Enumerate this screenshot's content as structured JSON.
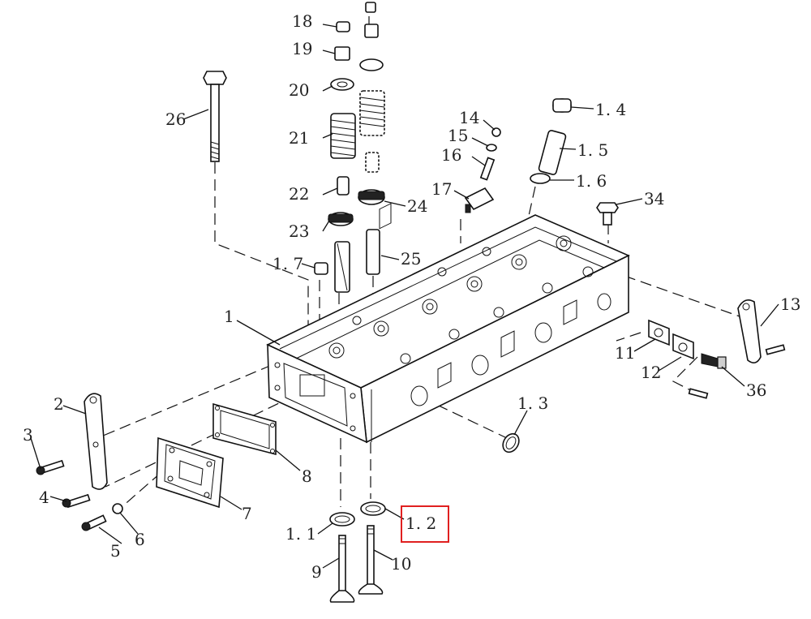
{
  "diagram": {
    "labels": {
      "p18": "18",
      "p19": "19",
      "p20": "20",
      "p21": "21",
      "p22": "22",
      "p23": "23",
      "p24": "24",
      "p25": "25",
      "p26": "26",
      "p14": "14",
      "p15": "15",
      "p16": "16",
      "p17": "17",
      "p1_4": "1. 4",
      "p1_5": "1. 5",
      "p1_6": "1. 6",
      "p34": "34",
      "p1_7": "1. 7",
      "p1": "1",
      "p13": "13",
      "p11": "11",
      "p12": "12",
      "p36": "36",
      "p2": "2",
      "p3": "3",
      "p4": "4",
      "p5": "5",
      "p6": "6",
      "p7": "7",
      "p8": "8",
      "p1_3": "1. 3",
      "p1_1": "1. 1",
      "p1_2": "1. 2",
      "p9": "9",
      "p10": "10"
    },
    "highlight": {
      "target": "1. 2",
      "color": "#e02020"
    }
  }
}
